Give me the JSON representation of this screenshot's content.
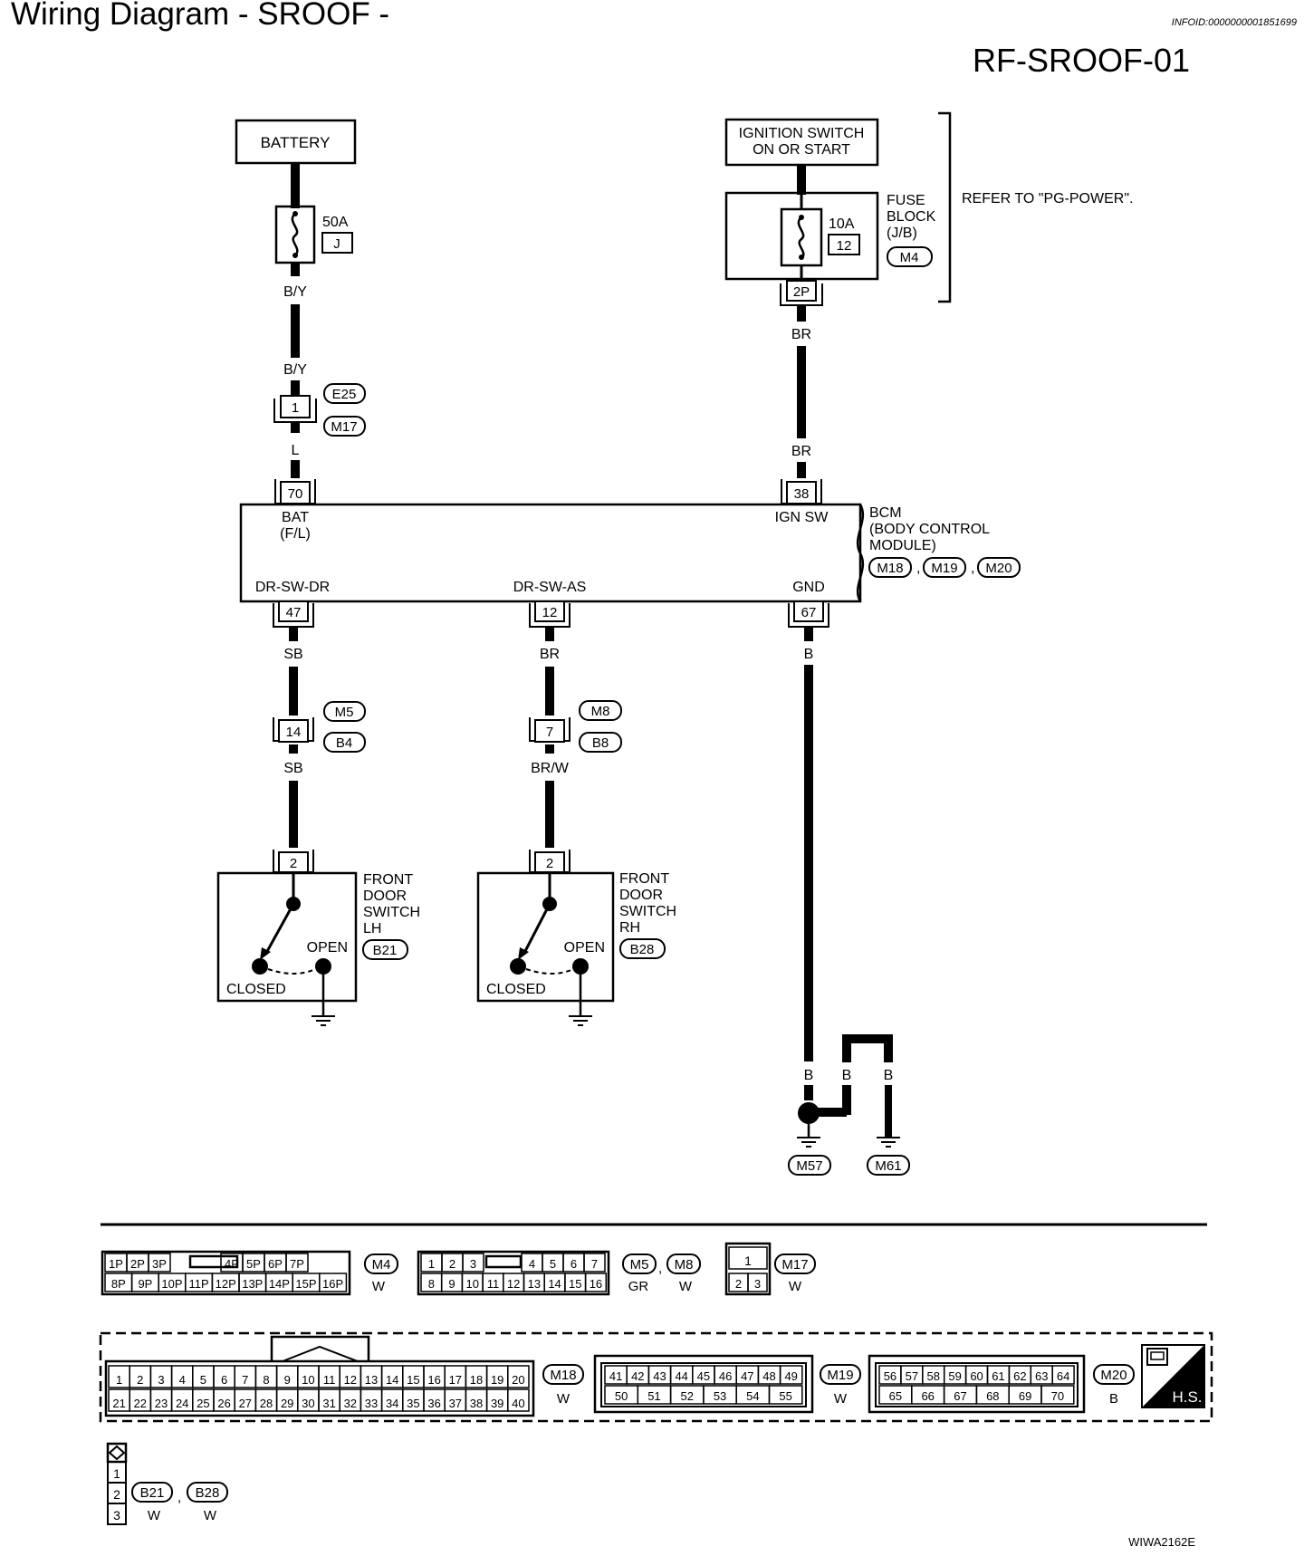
{
  "header": {
    "title": "Wiring Diagram - SROOF -",
    "info_id": "INFOID:0000000001851699",
    "diagram_id": "RF-SROOF-01"
  },
  "footer": {
    "code": "WIWA2162E"
  },
  "power": {
    "battery": "BATTERY",
    "battery_fuse_amp": "50A",
    "battery_fuse_no": "J",
    "ignition_line1": "IGNITION SWITCH",
    "ignition_line2": "ON OR START",
    "ign_fuse_amp": "10A",
    "ign_fuse_no": "12",
    "fuse_block_line1": "FUSE",
    "fuse_block_line2": "BLOCK",
    "fuse_block_line3": "(J/B)",
    "fuse_block_conn": "M4",
    "fuse_block_pin": "2P",
    "refer_note": "REFER TO \"PG-POWER\"."
  },
  "wires": {
    "by1": "B/Y",
    "by2": "B/Y",
    "l": "L",
    "br1": "BR",
    "br2": "BR",
    "sb1": "SB",
    "sb2": "SB",
    "br3": "BR",
    "brw": "BR/W",
    "b1": "B",
    "b2": "B",
    "b3": "B",
    "b4": "B"
  },
  "connectors": {
    "e25": "E25",
    "m17": "M17",
    "e25_pin": "1",
    "m5": "M5",
    "b4": "B4",
    "m5_pin": "14",
    "m8": "M8",
    "b8": "B8",
    "m8_pin": "7",
    "lh_pin": "2",
    "rh_pin": "2"
  },
  "bcm": {
    "pin_bat": "70",
    "bat_label1": "BAT",
    "bat_label2": "(F/L)",
    "pin_ign": "38",
    "ign_label": "IGN SW",
    "name1": "BCM",
    "name2": "(BODY CONTROL",
    "name3": "MODULE)",
    "conn1": "M18",
    "conn2": "M19",
    "conn3": "M20",
    "sep1": ",",
    "sep2": ",",
    "dr_label": "DR-SW-DR",
    "as_label": "DR-SW-AS",
    "gnd_label": "GND",
    "pin_dr": "47",
    "pin_as": "12",
    "pin_gnd": "67"
  },
  "switches": {
    "lh": {
      "line1": "FRONT",
      "line2": "DOOR",
      "line3": "SWITCH",
      "line4": "LH",
      "conn": "B21",
      "open": "OPEN",
      "closed": "CLOSED"
    },
    "rh": {
      "line1": "FRONT",
      "line2": "DOOR",
      "line3": "SWITCH",
      "line4": "RH",
      "conn": "B28",
      "open": "OPEN",
      "closed": "CLOSED"
    }
  },
  "grounds": {
    "g1": "M57",
    "g2": "M61"
  },
  "connector_views": {
    "m4_top": [
      "1P",
      "2P",
      "3P",
      "4P",
      "5P",
      "6P",
      "7P"
    ],
    "m4_bottom": [
      "8P",
      "9P",
      "10P",
      "11P",
      "12P",
      "13P",
      "14P",
      "15P",
      "16P"
    ],
    "m4_name": "M4",
    "m4_color": "W",
    "m5_top": [
      "1",
      "2",
      "3",
      "4",
      "5",
      "6",
      "7"
    ],
    "m5_bottom": [
      "8",
      "9",
      "10",
      "11",
      "12",
      "13",
      "14",
      "15",
      "16"
    ],
    "m5_name": "M5",
    "m8_name": "M8",
    "m5_color": "GR",
    "m8_color": "W",
    "m5_sep": ",",
    "m17_top": [
      "1"
    ],
    "m17_bottom": [
      "2",
      "3"
    ],
    "m17_name": "M17",
    "m17_color": "W",
    "m18_top": [
      "1",
      "2",
      "3",
      "4",
      "5",
      "6",
      "7",
      "8",
      "9",
      "10",
      "11",
      "12",
      "13",
      "14",
      "15",
      "16",
      "17",
      "18",
      "19",
      "20"
    ],
    "m18_bottom": [
      "21",
      "22",
      "23",
      "24",
      "25",
      "26",
      "27",
      "28",
      "29",
      "30",
      "31",
      "32",
      "33",
      "34",
      "35",
      "36",
      "37",
      "38",
      "39",
      "40"
    ],
    "m18_name": "M18",
    "m18_color": "W",
    "m19_top": [
      "41",
      "42",
      "43",
      "44",
      "45",
      "46",
      "47",
      "48",
      "49"
    ],
    "m19_bottom": [
      "50",
      "51",
      "52",
      "53",
      "54",
      "55"
    ],
    "m19_name": "M19",
    "m19_color": "W",
    "m20_top": [
      "56",
      "57",
      "58",
      "59",
      "60",
      "61",
      "62",
      "63",
      "64"
    ],
    "m20_bottom": [
      "65",
      "66",
      "67",
      "68",
      "69",
      "70"
    ],
    "m20_name": "M20",
    "m20_color": "B",
    "hs_label": "H.S.",
    "b21_pins": [
      "1",
      "2",
      "3"
    ],
    "b21_name": "B21",
    "b28_name": "B28",
    "b21_color": "W",
    "b28_color": "W",
    "b21_sep": ","
  },
  "colors": {
    "line": "#000000",
    "background": "#ffffff"
  }
}
